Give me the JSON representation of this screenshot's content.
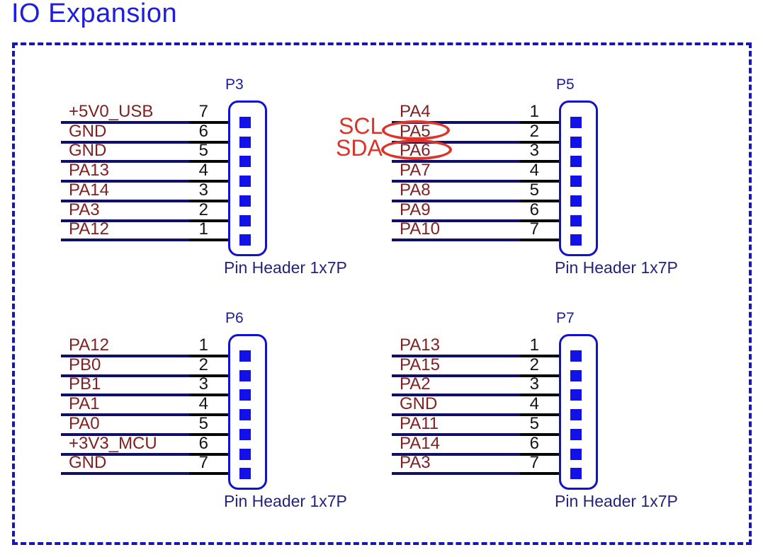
{
  "title": "IO Expansion",
  "annotations": {
    "scl_label": "SCL",
    "sda_label": "SDA",
    "circled_nets": [
      "PA5",
      "PA6"
    ]
  },
  "colors": {
    "title_blue": "#1d1de4",
    "border_blue": "#1515b8",
    "connector_blue": "#1212cc",
    "pin_square_blue": "#1111e8",
    "refdes_blue": "#1b1b9a",
    "net_maroon": "#802020",
    "wire_navy": "#10106a",
    "wire_black": "#050505",
    "pin_number_black": "#141414",
    "label_navy": "#23237b",
    "annotation_red": "#dc3428"
  },
  "headers": [
    {
      "refdes": "P3",
      "part_label": "Pin Header 1x7P",
      "rows": [
        {
          "signal": "+5V0_USB",
          "pin": "7"
        },
        {
          "signal": "GND",
          "pin": "6"
        },
        {
          "signal": "GND",
          "pin": "5"
        },
        {
          "signal": "PA13",
          "pin": "4"
        },
        {
          "signal": "PA14",
          "pin": "3"
        },
        {
          "signal": "PA3",
          "pin": "2"
        },
        {
          "signal": "PA12",
          "pin": "1"
        }
      ]
    },
    {
      "refdes": "P5",
      "part_label": "Pin Header 1x7P",
      "rows": [
        {
          "signal": "PA4",
          "pin": "1"
        },
        {
          "signal": "PA5",
          "pin": "2"
        },
        {
          "signal": "PA6",
          "pin": "3"
        },
        {
          "signal": "PA7",
          "pin": "4"
        },
        {
          "signal": "PA8",
          "pin": "5"
        },
        {
          "signal": "PA9",
          "pin": "6"
        },
        {
          "signal": "PA10",
          "pin": "7"
        }
      ]
    },
    {
      "refdes": "P6",
      "part_label": "Pin Header 1x7P",
      "rows": [
        {
          "signal": "PA12",
          "pin": "1"
        },
        {
          "signal": "PB0",
          "pin": "2"
        },
        {
          "signal": "PB1",
          "pin": "3"
        },
        {
          "signal": "PA1",
          "pin": "4"
        },
        {
          "signal": "PA0",
          "pin": "5"
        },
        {
          "signal": "+3V3_MCU",
          "pin": "6"
        },
        {
          "signal": "GND",
          "pin": "7"
        }
      ]
    },
    {
      "refdes": "P7",
      "part_label": "Pin Header 1x7P",
      "rows": [
        {
          "signal": "PA13",
          "pin": "1"
        },
        {
          "signal": "PA15",
          "pin": "2"
        },
        {
          "signal": "PA2",
          "pin": "3"
        },
        {
          "signal": "GND",
          "pin": "4"
        },
        {
          "signal": "PA11",
          "pin": "5"
        },
        {
          "signal": "PA14",
          "pin": "6"
        },
        {
          "signal": "PA3",
          "pin": "7"
        }
      ]
    }
  ]
}
